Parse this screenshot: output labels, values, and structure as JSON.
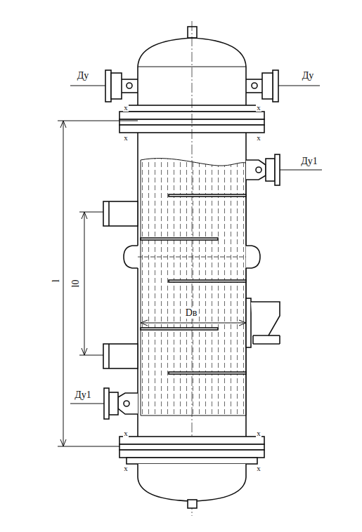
{
  "diagram": {
    "labels": [
      "Ду",
      "Ду",
      "x",
      "x",
      "x",
      "x",
      "Ду1",
      "l",
      "l0",
      "Dв",
      "Ду1",
      "x",
      "x",
      "x",
      "x"
    ]
  }
}
